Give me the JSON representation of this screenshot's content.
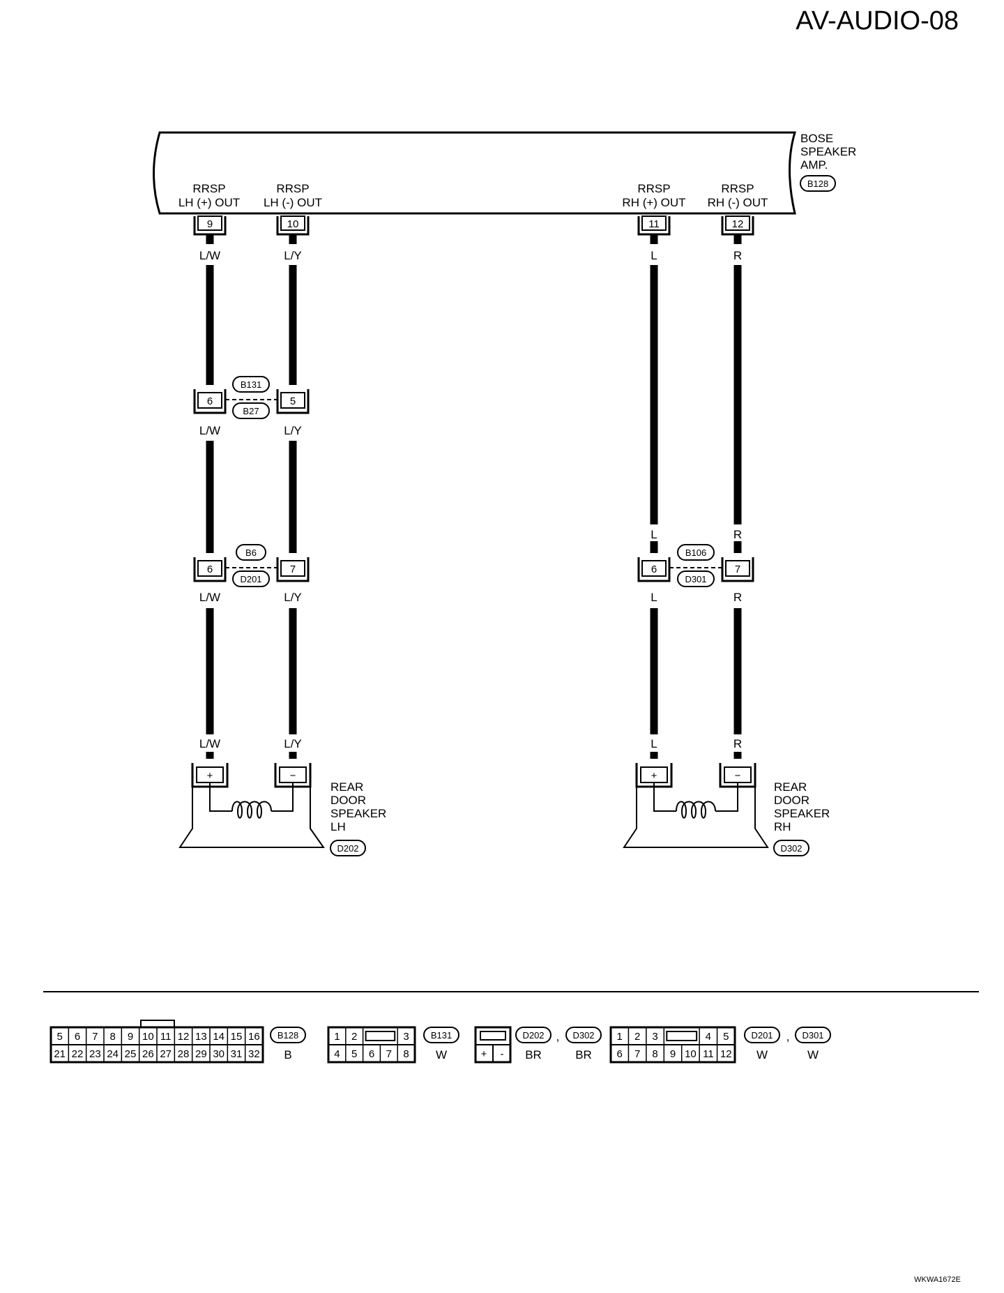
{
  "page": {
    "title": "AV-AUDIO-08",
    "footer_code": "WKWA1672E"
  },
  "colors": {
    "line": "#000000",
    "background": "#ffffff"
  },
  "amp": {
    "label_lines": [
      "BOSE",
      "SPEAKER",
      "AMP."
    ],
    "connector": "B128",
    "terminals": [
      {
        "pin": "9",
        "label_lines": [
          "RRSP",
          "LH (+) OUT"
        ],
        "wire": "L/W"
      },
      {
        "pin": "10",
        "label_lines": [
          "RRSP",
          "LH (-) OUT"
        ],
        "wire": "L/Y"
      },
      {
        "pin": "11",
        "label_lines": [
          "RRSP",
          "RH (+) OUT"
        ],
        "wire": "L"
      },
      {
        "pin": "12",
        "label_lines": [
          "RRSP",
          "RH (-) OUT"
        ],
        "wire": "R"
      }
    ]
  },
  "junctions": [
    {
      "top_code": "B131",
      "bottom_code": "B27",
      "pins": [
        "6",
        "5"
      ],
      "wires_above": [
        "",
        ""
      ],
      "wires_below": [
        "L/W",
        "L/Y"
      ]
    },
    {
      "top_code": "B6",
      "bottom_code": "D201",
      "pins": [
        "6",
        "7"
      ],
      "wires_above": [
        "",
        ""
      ],
      "wires_below": [
        "L/W",
        "L/Y"
      ]
    },
    {
      "top_code": "B106",
      "bottom_code": "D301",
      "pins": [
        "6",
        "7"
      ],
      "wires_above": [
        "L",
        "R"
      ],
      "wires_below": [
        "L",
        "R"
      ]
    }
  ],
  "speakers": [
    {
      "label_lines": [
        "REAR",
        "DOOR",
        "SPEAKER",
        "LH"
      ],
      "connector": "D202",
      "wires": [
        "L/W",
        "L/Y"
      ],
      "pins": [
        "+",
        "−"
      ]
    },
    {
      "label_lines": [
        "REAR",
        "DOOR",
        "SPEAKER",
        "RH"
      ],
      "connector": "D302",
      "wires": [
        "L",
        "R"
      ],
      "pins": [
        "+",
        "−"
      ]
    }
  ],
  "connector_views": [
    {
      "codes": [
        "B128"
      ],
      "colors": [
        "B"
      ],
      "row1": [
        "5",
        "6",
        "7",
        "8",
        "9",
        "10",
        "11",
        "12",
        "13",
        "14",
        "15",
        "16"
      ],
      "row2": [
        "21",
        "22",
        "23",
        "24",
        "25",
        "26",
        "27",
        "28",
        "29",
        "30",
        "31",
        "32"
      ]
    },
    {
      "codes": [
        "B131"
      ],
      "colors": [
        "W"
      ],
      "row1": [
        "1",
        "2",
        "",
        "3"
      ],
      "row2": [
        "4",
        "5",
        "6",
        "7",
        "8"
      ]
    },
    {
      "codes": [
        "D202",
        "D302"
      ],
      "colors": [
        "BR",
        "BR"
      ],
      "row1": [
        ""
      ],
      "row2": [
        "+",
        "-"
      ]
    },
    {
      "codes": [
        "D201",
        "D301"
      ],
      "colors": [
        "W",
        "W"
      ],
      "row1": [
        "1",
        "2",
        "3",
        "",
        "4",
        "5"
      ],
      "row2": [
        "6",
        "7",
        "8",
        "9",
        "10",
        "11",
        "12"
      ]
    }
  ],
  "separator": ","
}
